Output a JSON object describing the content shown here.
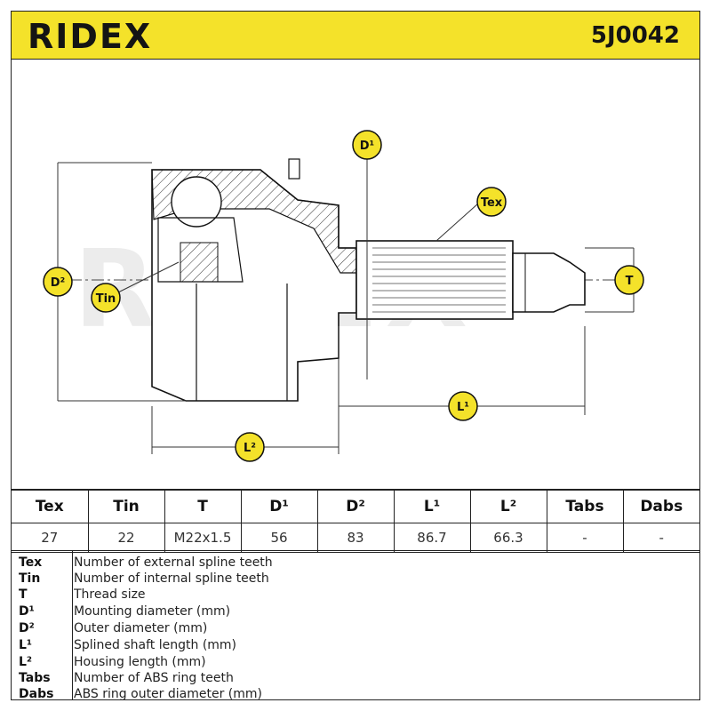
{
  "header": {
    "brand": "RIDEX",
    "part_number": "5J0042",
    "accent_color": "#f4e22a"
  },
  "diagram": {
    "callouts": {
      "d1": "D¹",
      "d2": "D²",
      "tex": "Tex",
      "tin": "Tin",
      "t": "T",
      "l1": "L¹",
      "l2": "L²"
    },
    "watermark": "RIDEX",
    "callout_color": "#f4e22a"
  },
  "table": {
    "headers": [
      "Tex",
      "Tin",
      "T",
      "D¹",
      "D²",
      "L¹",
      "L²",
      "Tabs",
      "Dabs"
    ],
    "values": [
      "27",
      "22",
      "M22x1.5",
      "56",
      "83",
      "86.7",
      "66.3",
      "-",
      "-"
    ]
  },
  "legend": [
    {
      "key": "Tex",
      "desc": "Number of external spline teeth"
    },
    {
      "key": "Tin",
      "desc": "Number of internal spline teeth"
    },
    {
      "key": "T",
      "desc": "Thread size"
    },
    {
      "key": "D¹",
      "desc": "Mounting diameter (mm)"
    },
    {
      "key": "D²",
      "desc": "Outer diameter (mm)"
    },
    {
      "key": "L¹",
      "desc": "Splined shaft length (mm)"
    },
    {
      "key": "L²",
      "desc": "Housing length (mm)"
    },
    {
      "key": "Tabs",
      "desc": "Number of ABS ring teeth"
    },
    {
      "key": "Dabs",
      "desc": "ABS ring outer diameter (mm)"
    }
  ]
}
